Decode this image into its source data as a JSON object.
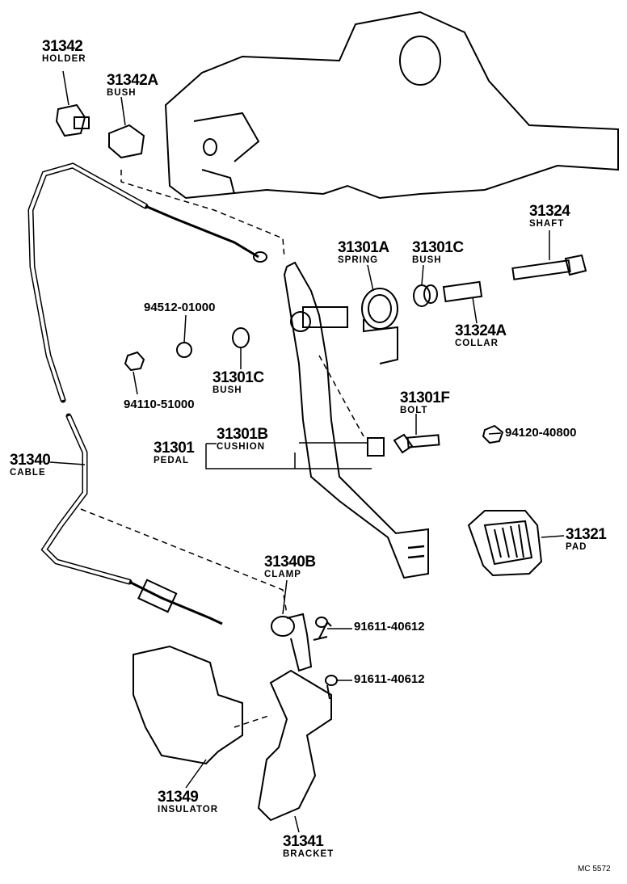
{
  "parts": [
    {
      "id": "holder",
      "number": "31342",
      "name": "HOLDER"
    },
    {
      "id": "bush-a",
      "number": "31342A",
      "name": "BUSH"
    },
    {
      "id": "shaft",
      "number": "31324",
      "name": "SHAFT"
    },
    {
      "id": "spring",
      "number": "31301A",
      "name": "SPRING"
    },
    {
      "id": "bush-c-right",
      "number": "31301C",
      "name": "BUSH"
    },
    {
      "id": "washer",
      "number": "94512-01000",
      "name": ""
    },
    {
      "id": "collar",
      "number": "31324A",
      "name": "COLLAR"
    },
    {
      "id": "bush-c-left",
      "number": "31301C",
      "name": "BUSH"
    },
    {
      "id": "nut-left",
      "number": "94110-51000",
      "name": ""
    },
    {
      "id": "bolt",
      "number": "31301F",
      "name": "BOLT"
    },
    {
      "id": "cushion",
      "number": "31301B",
      "name": "CUSHION"
    },
    {
      "id": "pedal",
      "number": "31301",
      "name": "PEDAL"
    },
    {
      "id": "nut-right",
      "number": "94120-40800",
      "name": ""
    },
    {
      "id": "cable",
      "number": "31340",
      "name": "CABLE"
    },
    {
      "id": "pad",
      "number": "31321",
      "name": "PAD"
    },
    {
      "id": "clamp",
      "number": "31340B",
      "name": "CLAMP"
    },
    {
      "id": "clamp-bolt",
      "number": "91611-40612",
      "name": ""
    },
    {
      "id": "bracket-bolt",
      "number": "91611-40612",
      "name": ""
    },
    {
      "id": "insulator",
      "number": "31349",
      "name": "INSULATOR"
    },
    {
      "id": "bracket",
      "number": "31341",
      "name": "BRACKET"
    }
  ],
  "diagram_code": "MC 5572"
}
